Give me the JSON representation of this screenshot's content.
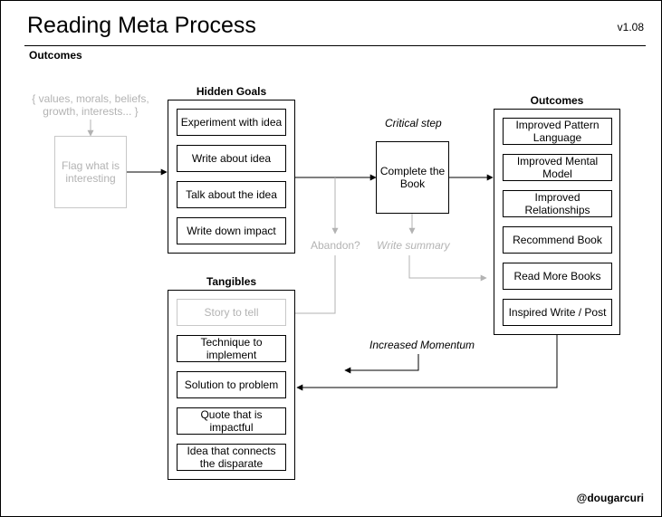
{
  "header": {
    "title": "Reading Meta Process",
    "version": "v1.08",
    "subtitle": "Outcomes",
    "handle": "@dougarcuri"
  },
  "inputs": {
    "values_note": "{ values, morals, beliefs, growth, interests... }",
    "flag_box": "Flag what is interesting"
  },
  "hidden_goals": {
    "title": "Hidden Goals",
    "items": [
      "Experiment with idea",
      "Write about idea",
      "Talk about the idea",
      "Write down impact"
    ]
  },
  "critical": {
    "label": "Critical step",
    "box": "Complete the Book"
  },
  "branches": {
    "abandon": "Abandon?",
    "write_summary": "Write summary",
    "momentum": "Increased Momentum"
  },
  "outcomes": {
    "title": "Outcomes",
    "items": [
      "Improved Pattern Language",
      "Improved Mental Model",
      "Improved Relationships",
      "Recommend Book",
      "Read More Books",
      "Inspired Write / Post"
    ]
  },
  "tangibles": {
    "title": "Tangibles",
    "items": [
      "Story to tell",
      "Technique to implement",
      "Solution to problem",
      "Quote that is impactful",
      "Idea that connects the disparate"
    ]
  },
  "colors": {
    "line": "#000000",
    "faded": "#b3b3b3"
  }
}
